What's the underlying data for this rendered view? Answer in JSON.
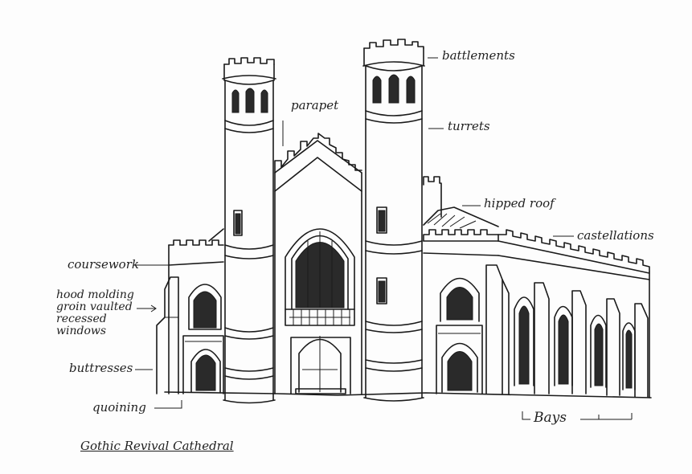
{
  "title": "Gothic Revival Cathedral",
  "labels": {
    "battlements": "battlements",
    "parapet": "parapet",
    "turrets": "turrets",
    "hipped_roof": "hipped roof",
    "castellations": "castellations",
    "coursework": "coursework",
    "hood_molding": "hood molding\ngroin vaulted\nrecessed\nwindows",
    "buttresses": "buttresses",
    "quoining": "quoining",
    "bays": "Bays"
  }
}
